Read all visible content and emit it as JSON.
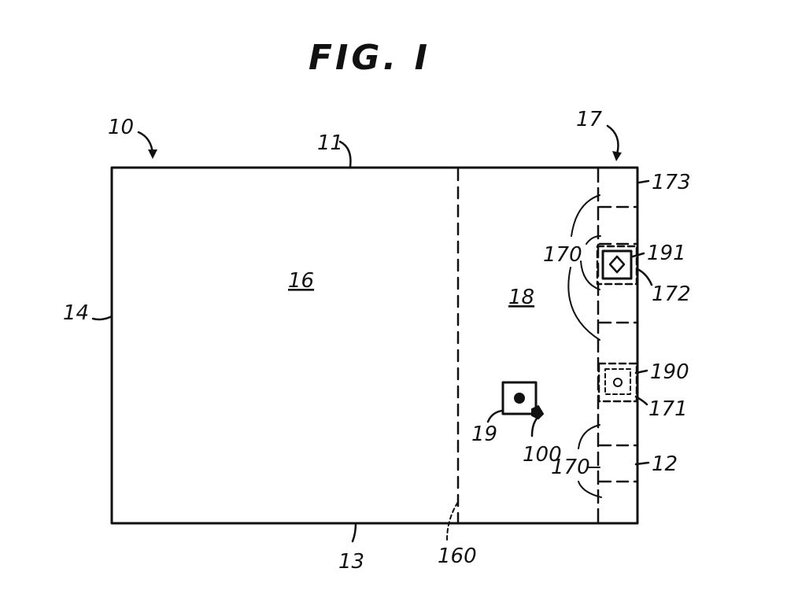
{
  "figure": {
    "title": "FIG. I"
  },
  "labels": {
    "l10": "10",
    "l11": "11",
    "l12": "12",
    "l13": "13",
    "l14": "14",
    "l16": "16",
    "l17": "17",
    "l18": "18",
    "l19": "19",
    "l100": "100",
    "l160": "160",
    "l170a": "170",
    "l170b": "170",
    "l171": "171",
    "l172": "172",
    "l173": "173",
    "l190": "190",
    "l191": "191"
  }
}
